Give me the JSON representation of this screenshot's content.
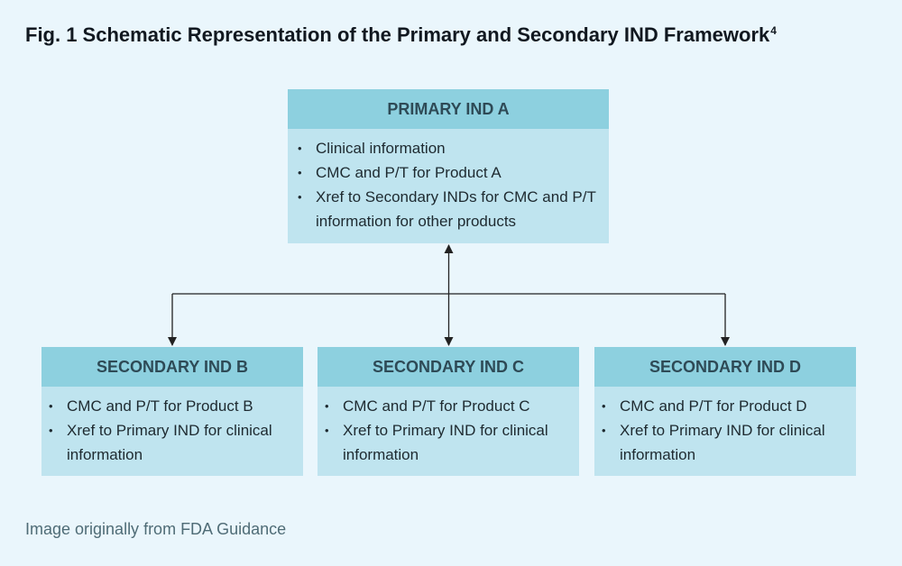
{
  "title": {
    "text": "Fig. 1 Schematic Representation of the Primary and Secondary IND Framework",
    "superscript": "4"
  },
  "primary": {
    "header": "PRIMARY IND A",
    "items": [
      "Clinical information",
      "CMC and P/T for Product A",
      "Xref to Secondary INDs for CMC and P/T information for other products"
    ]
  },
  "secondaries": [
    {
      "header": "SECONDARY IND B",
      "items": [
        "CMC and P/T for Product B",
        "Xref to Primary IND for clinical information"
      ]
    },
    {
      "header": "SECONDARY IND C",
      "items": [
        "CMC and P/T for Product C",
        "Xref to Primary IND for clinical information"
      ]
    },
    {
      "header": "SECONDARY IND D",
      "items": [
        "CMC and P/T for Product D",
        "Xref to Primary IND for clinical information"
      ]
    }
  ],
  "footnote": "Image originally from FDA Guidance",
  "colors": {
    "background": "#eaf6fc",
    "box_body": "#bfe4ef",
    "box_header": "#8dd0df",
    "header_text": "#2e4a56",
    "connector": "#222222"
  }
}
